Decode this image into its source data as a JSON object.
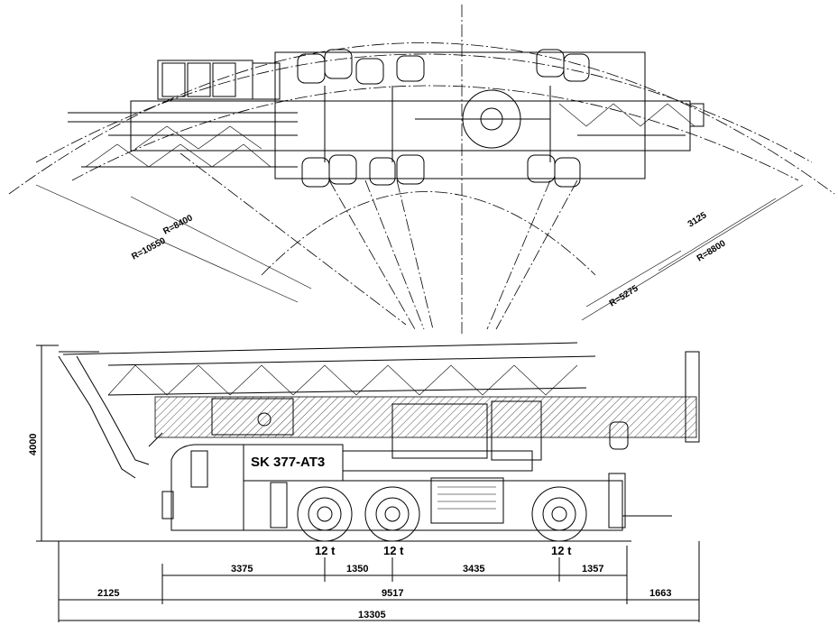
{
  "model_label": "SK 377-AT3",
  "axle_loads": [
    "12 t",
    "12 t",
    "12 t"
  ],
  "height_dimension": "4000",
  "wheelbase_dimensions": [
    "3375",
    "1350",
    "3435",
    "1357"
  ],
  "overall_dimensions": [
    "2125",
    "9517",
    "1663"
  ],
  "total_length": "13305",
  "radii": {
    "r_outer": "R=10550",
    "r_inner": "R=8400",
    "r_right_outer": "R=8800",
    "r_right_inner": "R=5275",
    "r_diff": "3125"
  }
}
